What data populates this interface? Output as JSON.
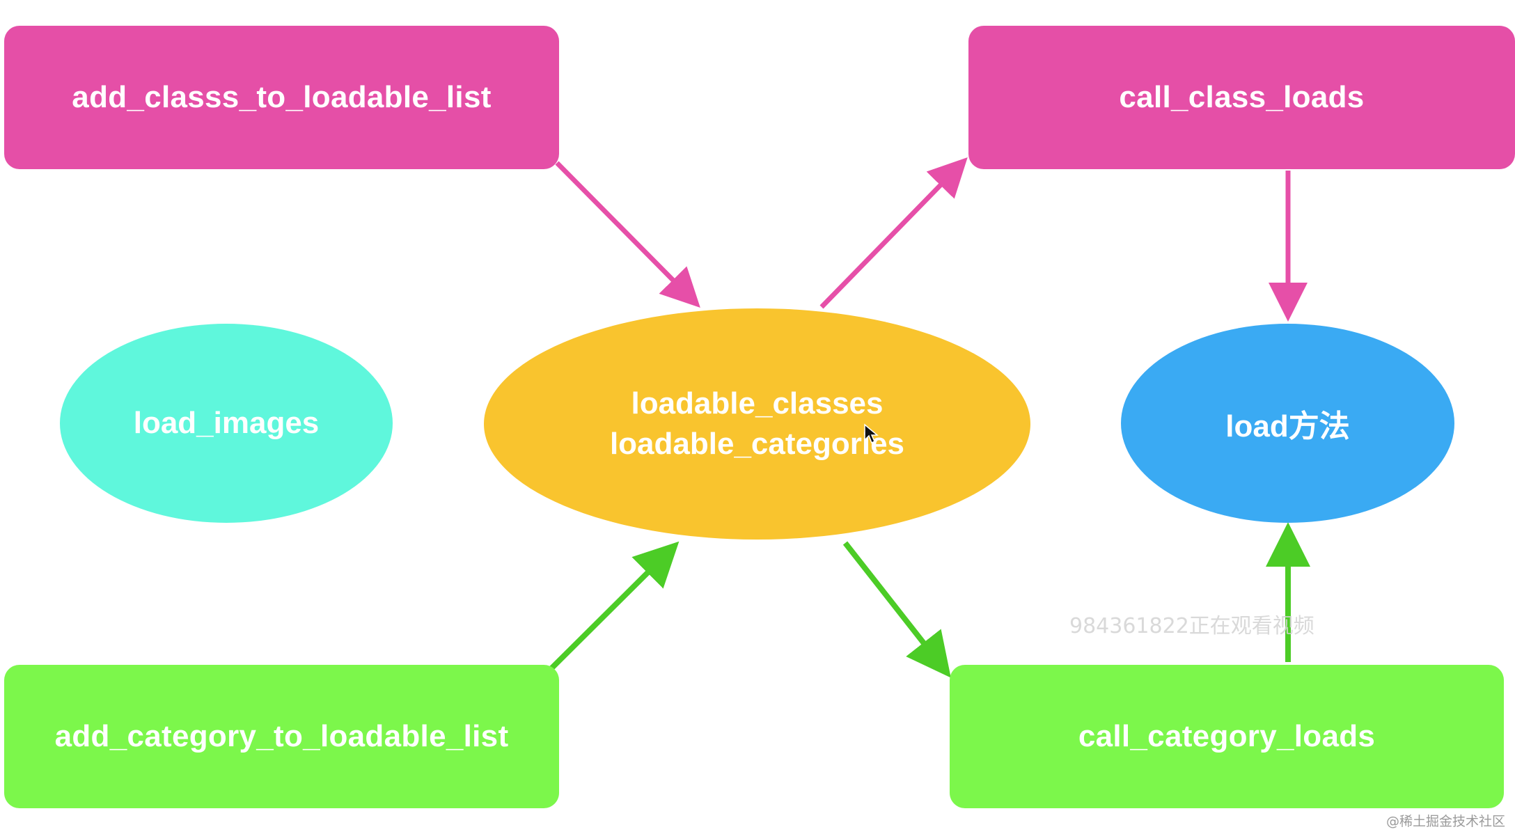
{
  "nodes": {
    "add_class": "add_classs_to_loadable_list",
    "call_class": "call_class_loads",
    "add_category": "add_category_to_loadable_list",
    "call_category": "call_category_loads",
    "load_images": "load_images",
    "center_line1": "loadable_classes",
    "center_line2": "loadable_categories",
    "load_method": "load方法"
  },
  "watermarks": {
    "viewing": "984361822正在观看视频",
    "site": "@稀土掘金技术社区"
  },
  "colors": {
    "pink": "#e54fa7",
    "green": "#7cf74b",
    "cyan": "#5ff7dc",
    "yellow": "#f9c42e",
    "blue": "#3aaaf3",
    "pink_arrow": "#e64fa8",
    "green_arrow": "#4ccc26"
  }
}
